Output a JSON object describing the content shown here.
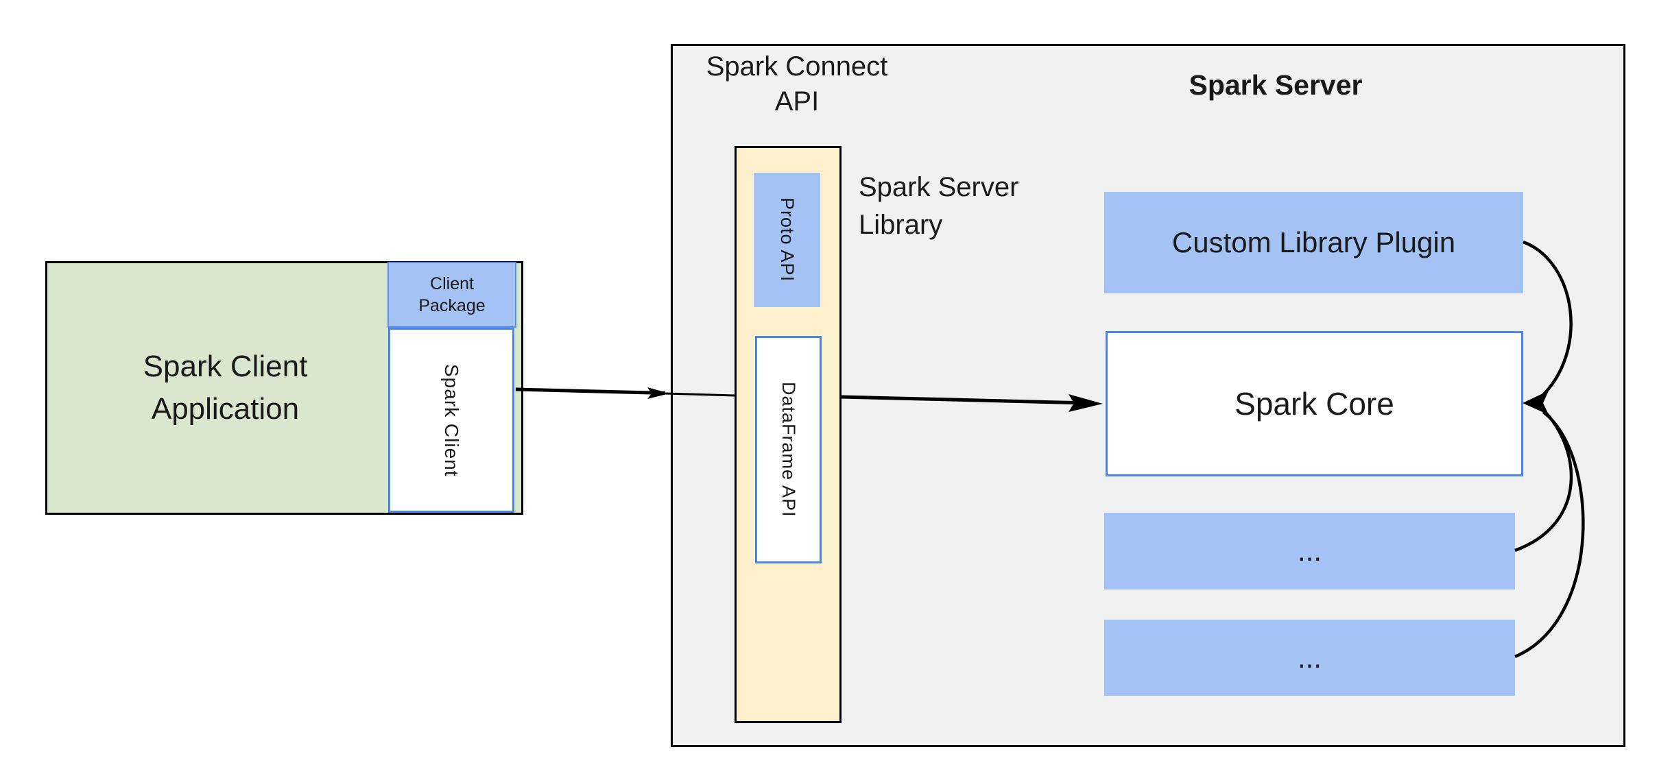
{
  "diagram": {
    "client": {
      "application_label": "Spark Client\nApplication",
      "package_label": "Client\nPackage",
      "spark_client_label": "Spark Client"
    },
    "connect": {
      "title": "Spark Connect\nAPI",
      "server_library_label": "Spark Server\nLibrary",
      "proto_api_label": "Proto API",
      "dataframe_api_label": "DataFrame API"
    },
    "server": {
      "title": "Spark Server",
      "plugin_label": "Custom Library Plugin",
      "core_label": "Spark Core",
      "slot1_label": "...",
      "slot2_label": "..."
    }
  },
  "colors": {
    "box_blue": "#a4c2f4",
    "box_green": "#d8e7cd",
    "box_cream": "#fcf0cd",
    "container_gray": "#f1f1f1",
    "border_blue": "#4a86e8",
    "border_black": "#000000",
    "text": "#1a1a1a"
  }
}
